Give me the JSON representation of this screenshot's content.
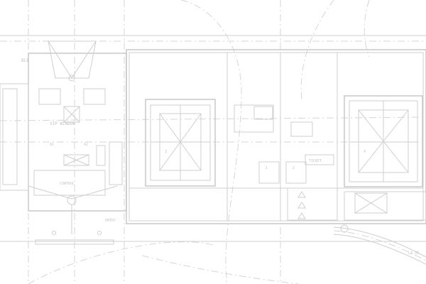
{
  "drawing": {
    "background": "#ffffff",
    "line_color": "#cfcfcf",
    "labels": {
      "sheet_ref": "BLB",
      "vip_window": "VIP WINDOW",
      "left_area": "A1",
      "right_area": "A2",
      "control_room": "CONTROL",
      "room_tag_1": "1",
      "room_tag_2": "2",
      "room_tag_3": "3",
      "room_tag_4": "4",
      "ticket_booth": "TICKET",
      "entry": "ENTRY",
      "street": "LA ST"
    }
  }
}
